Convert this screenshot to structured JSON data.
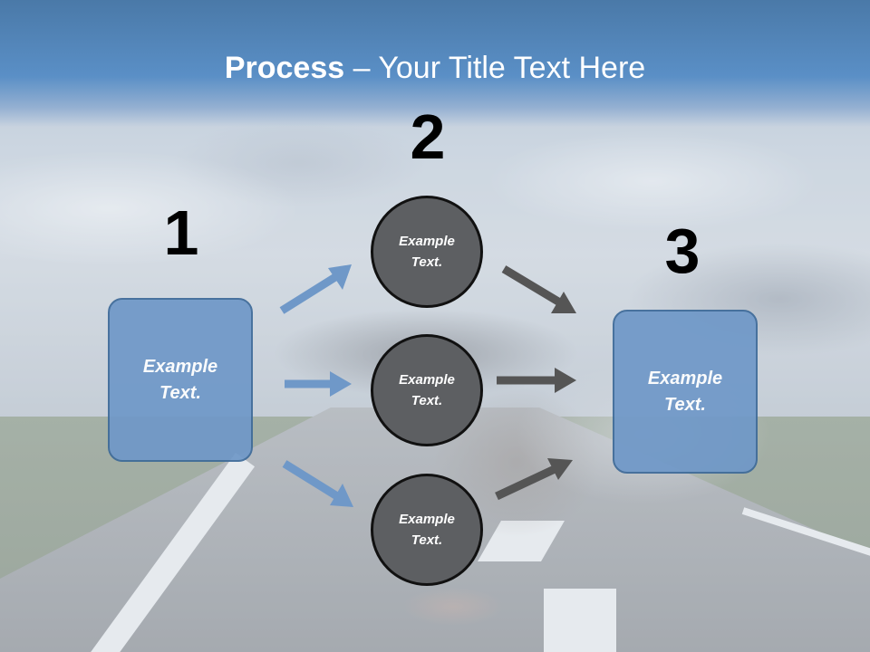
{
  "slide": {
    "title_bold": "Process",
    "title_rest": " – Your Title Text Here"
  },
  "steps": {
    "one": "1",
    "two": "2",
    "three": "3"
  },
  "boxes": {
    "left": "Example Text.",
    "right": "Example Text."
  },
  "circles": {
    "top": "Example Text.",
    "middle": "Example Text.",
    "bottom": "Example Text."
  },
  "colors": {
    "header": "#5a8fc6",
    "box_fill": "#6f98c8",
    "circle_fill": "#5d5f62",
    "blue_arrow": "#6f98c8",
    "gray_arrow": "#555555"
  }
}
